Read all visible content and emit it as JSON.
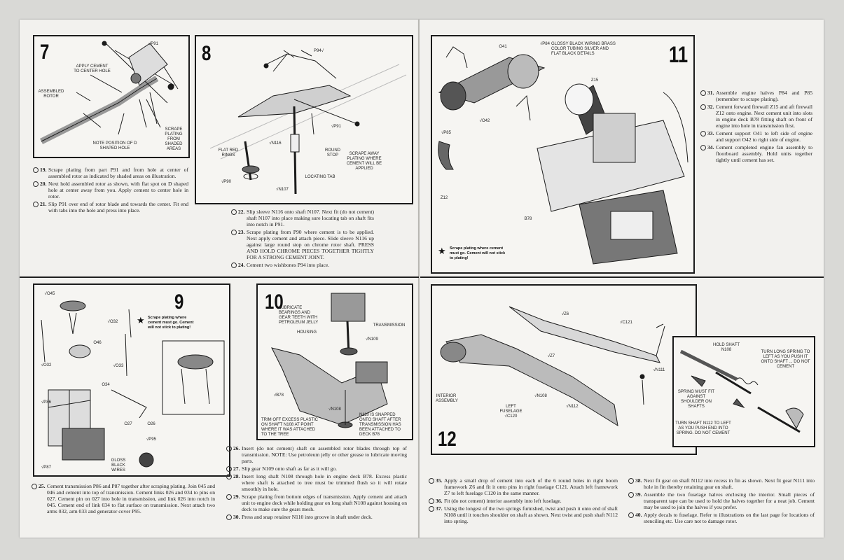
{
  "colors": {
    "ink": "#1b1b1b",
    "paper": "#f2f1ee",
    "shade": "#8a8a8a",
    "dark": "#3a3a3a"
  },
  "panels": {
    "p7": {
      "number": "7",
      "labels": [
        "APPLY CEMENT TO CENTER HOLE",
        "√P91",
        "ASSEMBLED ROTOR",
        "NOTE POSITION OF D SHAPED HOLE",
        "SCRAPE PLATING FROM SHADED AREAS"
      ]
    },
    "p8": {
      "number": "8",
      "labels": [
        "P94√",
        "√P91",
        "FLAT RED RINGS",
        "√N116",
        "ROUND STOP",
        "SCRAPE AWAY PLATING WHERE CEMENT WILL BE APPLIED",
        "√P90",
        "√N107",
        "LOCATING TAB"
      ]
    },
    "p11": {
      "number": "11",
      "labels": [
        "O41",
        "√P84",
        "GLOSSY BLACK WIRING BRASS COLOR TUBING SILVER AND FLAT BLACK DETAILS",
        "Z15",
        "√O42",
        "√P85",
        "Z12",
        "B78"
      ],
      "note": "Scrape plating where cement must go. Cement will not stick to plating!"
    },
    "p9": {
      "number": "9",
      "labels": [
        "√O45",
        "√O32",
        "O46",
        "√O33",
        "√O32",
        "O34",
        "√P86",
        "O27",
        "O26",
        "√P95",
        "GLOSS BLACK WIRES",
        "√P87"
      ],
      "note": "Scrape plating where cement must go. Cement will not stick to plating!"
    },
    "p10": {
      "number": "10",
      "labels": [
        "LUBRICATE BEARINGS AND GEAR TEETH WITH PETROLEUM JELLY",
        "TRANSMISSION",
        "HOUSING",
        "√N109",
        "√B78",
        "√N108",
        "TRIM OFF EXCESS PLASTIC ON SHAFT N108 AT POINT WHERE IT WAS ATTACHED TO THE TREE",
        "N110 IS SNAPPED ONTO SHAFT AFTER TRANSMISSION HAS BEEN ATTACHED TO DECK B78"
      ]
    },
    "p12": {
      "number": "12",
      "labels": [
        "√Z6",
        "√C121",
        "√Z7",
        "INTERIOR ASSEMBLY",
        "√N111",
        "LEFT FUSELAGE √C120",
        "√N108",
        "√N112"
      ]
    },
    "p12b": {
      "labels": [
        "HOLD SHAFT N108",
        "TURN LONG SPRING TO LEFT AS YOU PUSH IT ONTO SHAFT ... DO NOT CEMENT",
        "SPRING MUST FIT AGAINST SHOULDER ON SHAFTS",
        "TURN SHAFT N112 TO LEFT AS YOU PUSH END INTO SPRING. DO NOT CEMENT"
      ]
    }
  },
  "instructions": {
    "g1": [
      {
        "num": "19.",
        "text": "Scrape plating from part P91 and from hole at center of assembled rotor as indicated by shaded areas on illustration."
      },
      {
        "num": "20.",
        "text": "Next hold assembled rotor as shown, with flat spot on D shaped hole at center away from you. Apply cement to center hole in rotor."
      },
      {
        "num": "21.",
        "text": "Slip P91 over end of rotor blade and towards the center. Fit end with tabs into the hole and press into place."
      }
    ],
    "g2": [
      {
        "num": "22.",
        "text": "Slip sleeve N116 onto shaft N107. Next fit (do not cement) shaft N107 into place making sure locating tab on shaft fits into notch in P91."
      },
      {
        "num": "23.",
        "text": "Scrape plating from P90 where cement is to be applied. Next apply cement and attach piece. Slide sleeve N116 up against large round stop on chrome rotor shaft. PRESS AND HOLD CHROME PIECES TOGETHER TIGHTLY FOR A STRONG CEMENT JOINT."
      },
      {
        "num": "24.",
        "text": "Cement two wishbones P94 into place."
      }
    ],
    "g3": [
      {
        "num": "31.",
        "text": "Assemble engine halves P84 and P85 (remember to scrape plating)."
      },
      {
        "num": "32.",
        "text": "Cement forward firewall Z15 and aft firewall Z12 onto engine. Next cement unit into slots in engine deck B78 fitting shaft on front of engine into hole in transmission first."
      },
      {
        "num": "33.",
        "text": "Cement support O41 to left side of engine and support O42 to right side of engine."
      },
      {
        "num": "34.",
        "text": "Cement completed engine fan assembly to floorboard assembly. Hold units together tightly until cement has set."
      }
    ],
    "g4": [
      {
        "num": "25.",
        "text": "Cement transmission P86 and P87 together after scraping plating. Join 045 and 046 and cement into top of transmission. Cement links 026 and 034 to pins on 027. Cement pin on 027 into hole in transmission, and link 026 into notch in 045. Cement end of link 034 to flat surface on transmission. Next attach two arms 032, arm 033 and generator cover P95."
      }
    ],
    "g5": [
      {
        "num": "26.",
        "text": "Insert (do not cement) shaft on assembled rotor blades through top of transmission. NOTE: Use petroleum jelly or other grease to lubricate moving parts."
      },
      {
        "num": "27.",
        "text": "Slip gear N109 onto shaft as far as it will go."
      },
      {
        "num": "28.",
        "text": "Insert long shaft N108 through hole in engine deck B78. Excess plastic where shaft is attached to tree must be trimmed flush so it will rotate smoothly in hole."
      },
      {
        "num": "29.",
        "text": "Scrape plating from bottom edges of transmission. Apply cement and attach unit to engine deck while holding gear on long shaft N108 against housing on deck to make sure the gears mesh."
      },
      {
        "num": "30.",
        "text": "Press and snap retainer N110 into groove in shaft under deck."
      }
    ],
    "g6": [
      {
        "num": "35.",
        "text": "Apply a small drop of cement into each of the 6 round holes in right boom framework Z6 and fit it onto pins in right fuselage C121. Attach left framework Z7 to left fuselage C120 in the same manner."
      },
      {
        "num": "36.",
        "text": "Fit (do not cement) interior assembly into left fuselage."
      },
      {
        "num": "37.",
        "text": "Using the longest of the two springs furnished, twist and push it onto end of shaft N108 until it touches shoulder on shaft as shown. Next twist and push shaft N112 into spring."
      }
    ],
    "g7": [
      {
        "num": "38.",
        "text": "Next fit gear on shaft N112 into recess in fin as shown. Next fit gear N111 into hole in fin thereby retaining gear on shaft."
      },
      {
        "num": "39.",
        "text": "Assemble the two fuselage halves enclosing the interior. Small pieces of transparent tape can be used to hold the halves together for a neat job. Cement may be used to join the halves if you prefer."
      },
      {
        "num": "40.",
        "text": "Apply decals to fuselage. Refer to illustrations on the last page for locations of stenciling etc. Use care not to damage rotor."
      }
    ]
  }
}
